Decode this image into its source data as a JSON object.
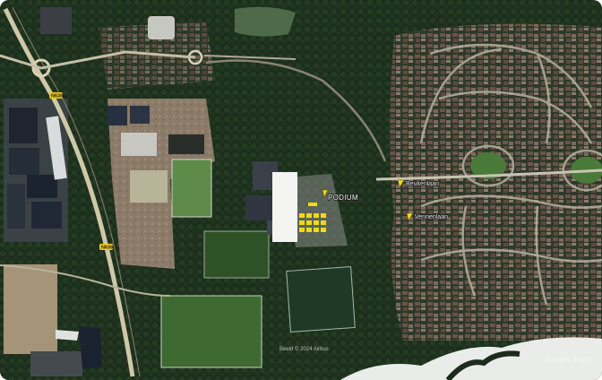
{
  "map": {
    "type": "satellite",
    "labels": {
      "podium": "PODIUM",
      "street_1": "Beukenlaan",
      "street_2": "Vennenlaan",
      "road_badge_1": "N638",
      "road_badge_2": "N638",
      "attribution": "Beeld © 2024 Airbus",
      "watermark": "Google Earth"
    },
    "markers": [
      {
        "name": "podium-marker",
        "color": "#f5d90a"
      },
      {
        "name": "beukenlaan-marker",
        "color": "#f5d90a"
      },
      {
        "name": "vennenlaan-marker",
        "color": "#f5d90a"
      }
    ],
    "colors": {
      "forest": "#1f3320",
      "field": "#3f6b32",
      "water": "#26302b",
      "road": "#c9c4b4",
      "marker": "#f5d90a",
      "highlight": "#ffffff"
    }
  }
}
